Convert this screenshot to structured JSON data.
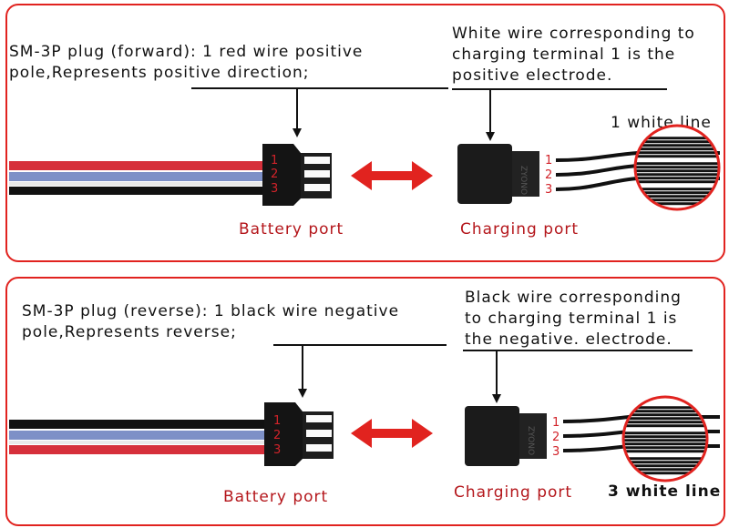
{
  "top": {
    "plug_description": "SM-3P plug (forward): 1 red wire positive\npole,Represents positive direction;",
    "charging_description": "White wire corresponding to\ncharging terminal 1 is the\npositive electrode.",
    "wire_note": "1 white line",
    "battery_label": "Battery port",
    "charging_label": "Charging port",
    "pins": [
      "1",
      "2",
      "3"
    ],
    "wire_colors": [
      "#d6303b",
      "#7d90c7",
      "#ffffff",
      "#111111"
    ]
  },
  "bottom": {
    "plug_description": "SM-3P plug (reverse): 1 black wire negative\npole,Represents reverse;",
    "charging_description": "Black wire corresponding\nto charging terminal 1 is\nthe negative. electrode.",
    "wire_note": "3 white line",
    "battery_label": "Battery port",
    "charging_label": "Charging port",
    "pins": [
      "1",
      "2",
      "3"
    ],
    "wire_colors": [
      "#111111",
      "#7d90c7",
      "#ffffff",
      "#d6303b"
    ]
  },
  "colors": {
    "frame": "#e1231f",
    "arrow": "#e1231f",
    "label_red": "#b4161b"
  }
}
